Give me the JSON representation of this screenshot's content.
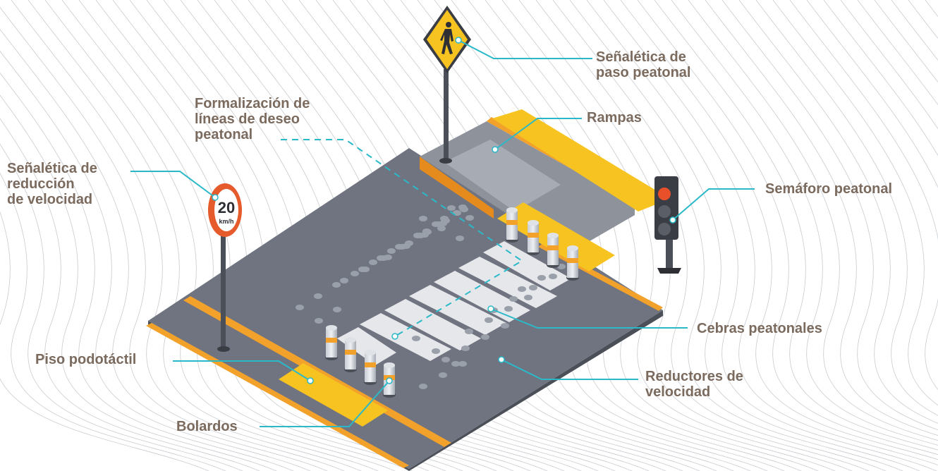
{
  "labels": {
    "senaletica_paso": "Señalética de\npaso peatonal",
    "formalizacion": "Formalización de\nlíneas de deseo\npeatonal",
    "rampas": "Rampas",
    "senaletica_reduccion": "Señalética de\nreducción\nde velocidad",
    "semaforo": "Semáforo peatonal",
    "cebras": "Cebras peatonales",
    "piso": "Piso podotáctil",
    "reductores": "Reductores de\nvelocidad",
    "bolardos": "Bolardos"
  },
  "speed_sign": {
    "value": "20",
    "unit": "km/h"
  },
  "colors": {
    "road": "#6f7480",
    "road_shadow": "#4b4f58",
    "sidewalk": "#8a8f98",
    "curb": "#f2a12b",
    "tactile": "#f7c320",
    "leader_line": "#2bb9c9",
    "label_text": "#7b6a5e",
    "zebra": "#e6e7ea",
    "bump": "#9aa0aa"
  }
}
